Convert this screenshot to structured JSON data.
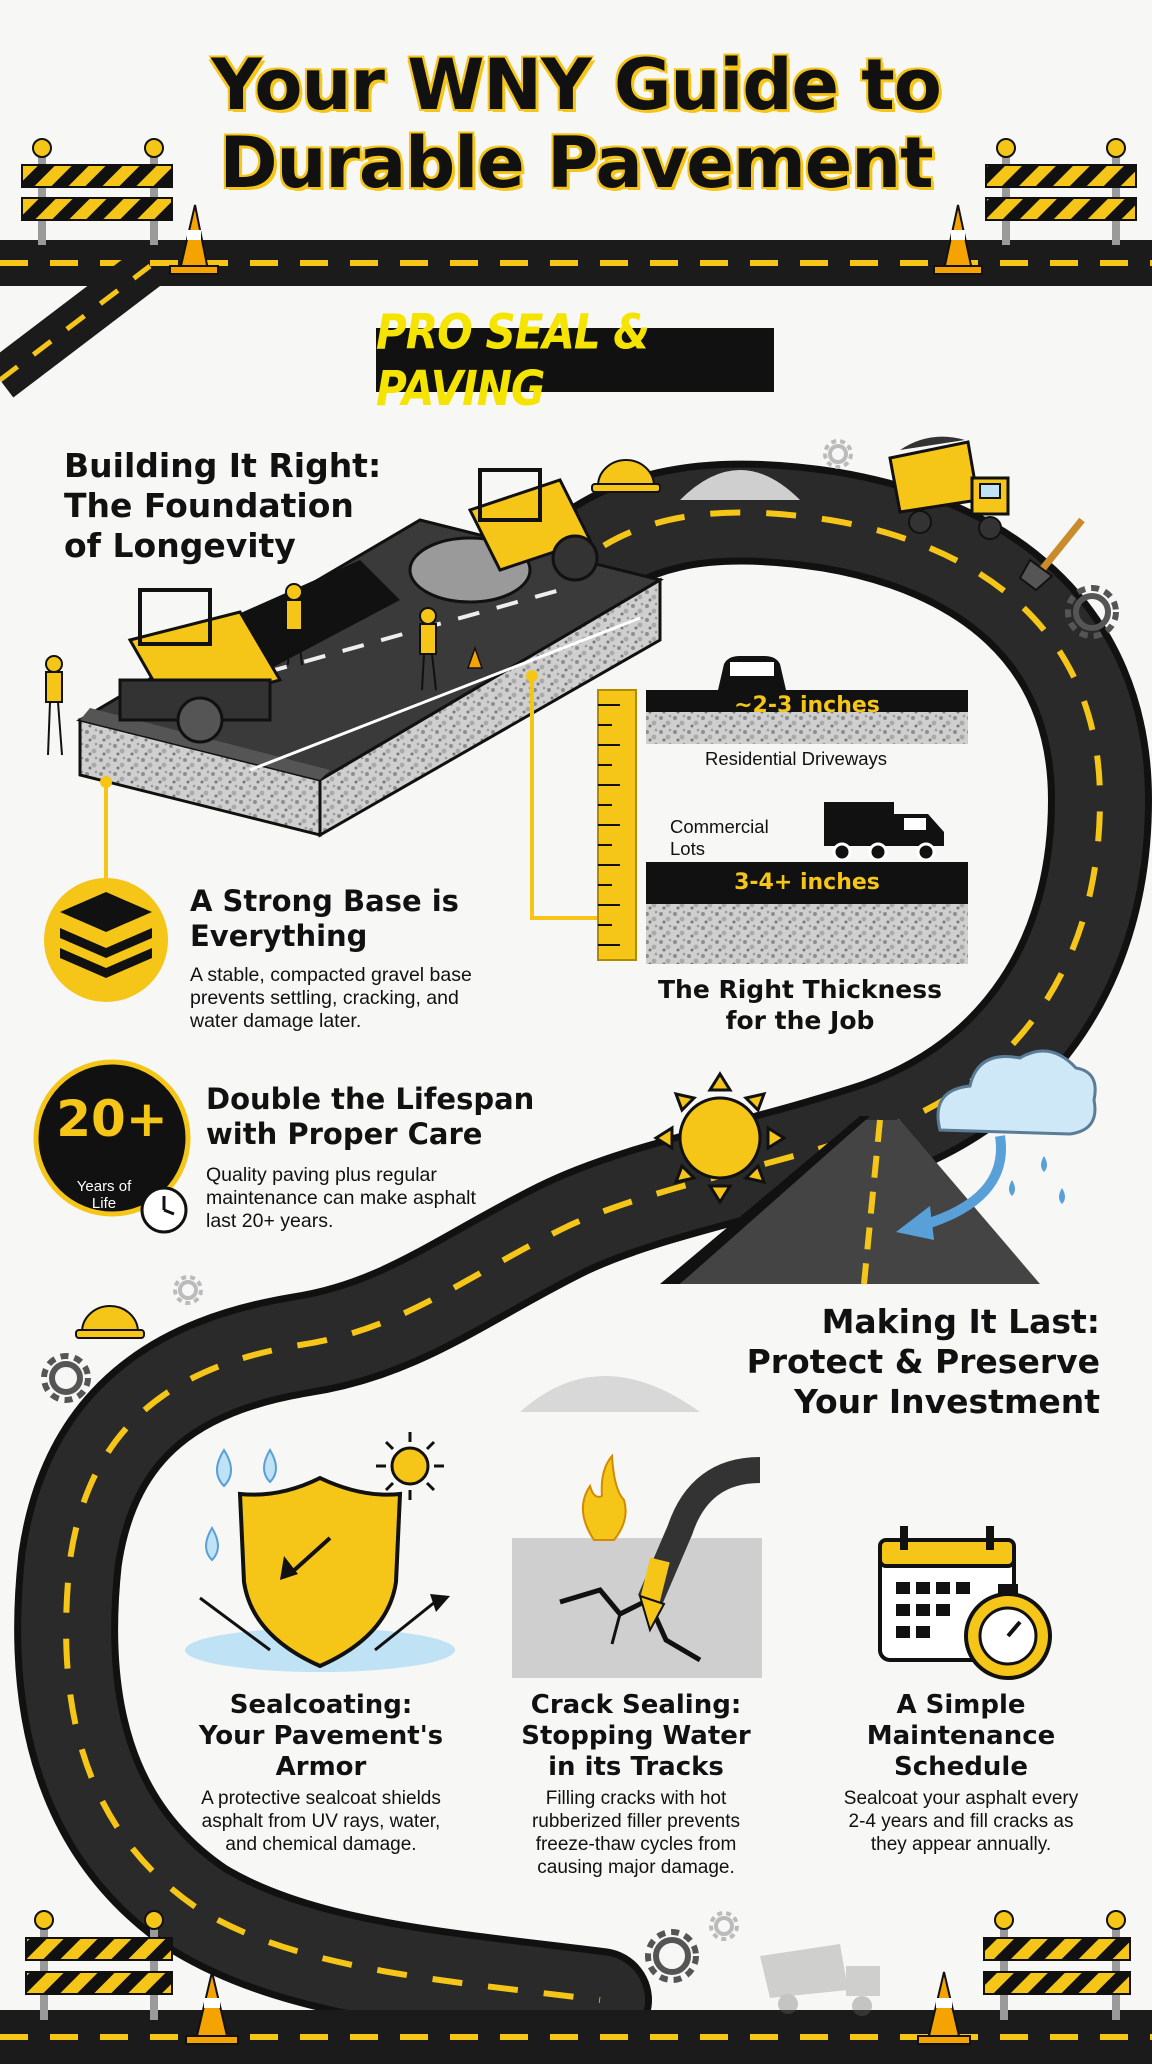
{
  "header": {
    "title_line1": "Your WNY Guide to",
    "title_line2": "Durable Pavement",
    "brand": "PRO SEAL & PAVING"
  },
  "building": {
    "heading_line1": "Building It Right:",
    "heading_line2": "The Foundation",
    "heading_line3": "of Longevity"
  },
  "thickness": {
    "residential_value": "~2-3 inches",
    "residential_label": "Residential Driveways",
    "commercial_label_line1": "Commercial",
    "commercial_label_line2": "Lots",
    "commercial_value": "3-4+ inches",
    "caption_line1": "The Right Thickness",
    "caption_line2": "for the Job"
  },
  "base": {
    "title_line1": "A Strong Base is",
    "title_line2": "Everything",
    "body_line1": "A stable, compacted gravel base",
    "body_line2": "prevents settling, cracking, and",
    "body_line3": "water damage later."
  },
  "lifespan": {
    "badge_value": "20+",
    "badge_line1": "Years of",
    "badge_line2": "Life",
    "title_line1": "Double the Lifespan",
    "title_line2": "with Proper Care",
    "body_line1": "Quality paving plus regular",
    "body_line2": "maintenance can make asphalt",
    "body_line3": "last 20+ years."
  },
  "making_it_last": {
    "heading_line1": "Making It Last:",
    "heading_line2": "Protect & Preserve",
    "heading_line3": "Your Investment"
  },
  "columns": [
    {
      "title_line1": "Sealcoating:",
      "title_line2": "Your Pavement's",
      "title_line3": "Armor",
      "body_line1": "A protective sealcoat shields",
      "body_line2": "asphalt from UV rays, water,",
      "body_line3": "and chemical damage."
    },
    {
      "title_line1": "Crack Sealing:",
      "title_line2": "Stopping Water",
      "title_line3": "in its Tracks",
      "body_line1": "Filling cracks with hot",
      "body_line2": "rubberized filler prevents",
      "body_line3": "freeze-thaw cycles from",
      "body_line4": "causing major damage."
    },
    {
      "title_line1": "A Simple",
      "title_line2": "Maintenance",
      "title_line3": "Schedule",
      "body_line1": "Sealcoat your asphalt every",
      "body_line2": "2-4 years and fill cracks as",
      "body_line3": "they appear annually."
    }
  ],
  "colors": {
    "accent": "#f5c518",
    "asphalt": "#1b1b1b",
    "background": "#f7f7f5",
    "sky": "#bfe3f5"
  },
  "icons": [
    "barricade-icon",
    "traffic-cone-icon",
    "hard-hat-icon",
    "gear-icon",
    "dump-truck-icon",
    "shovel-icon",
    "paving-scene-icon",
    "ruler-icon",
    "car-icon",
    "truck-icon",
    "layers-icon",
    "clock-icon",
    "sun-icon",
    "rain-cloud-icon",
    "shield-icon",
    "water-drop-icon",
    "flame-icon",
    "cracked-pavement-icon",
    "sealant-nozzle-icon",
    "calendar-icon",
    "stopwatch-icon"
  ]
}
